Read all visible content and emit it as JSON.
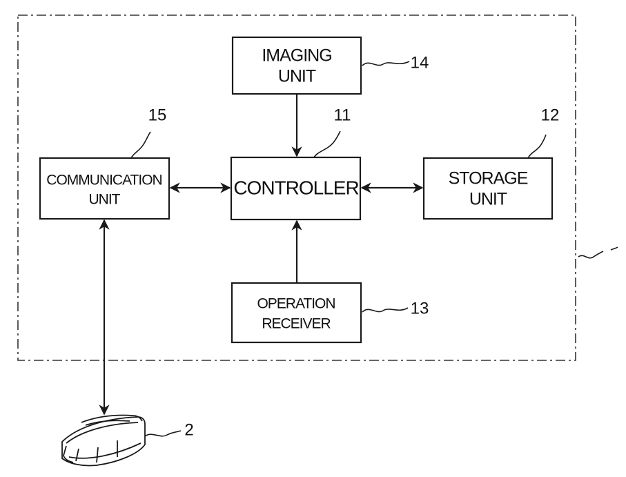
{
  "blocks": {
    "imaging_unit": {
      "line1": "IMAGING",
      "line2": "UNIT",
      "ref": "14"
    },
    "controller": {
      "label": "CONTROLLER",
      "ref": "11"
    },
    "storage_unit": {
      "line1": "STORAGE",
      "line2": "UNIT",
      "ref": "12"
    },
    "communication_unit": {
      "line1": "COMMUNICATION",
      "line2": "UNIT",
      "ref": "15"
    },
    "operation_receiver": {
      "line1": "OPERATION",
      "line2": "RECEIVER",
      "ref": "13"
    }
  },
  "device": {
    "ref": "2"
  }
}
